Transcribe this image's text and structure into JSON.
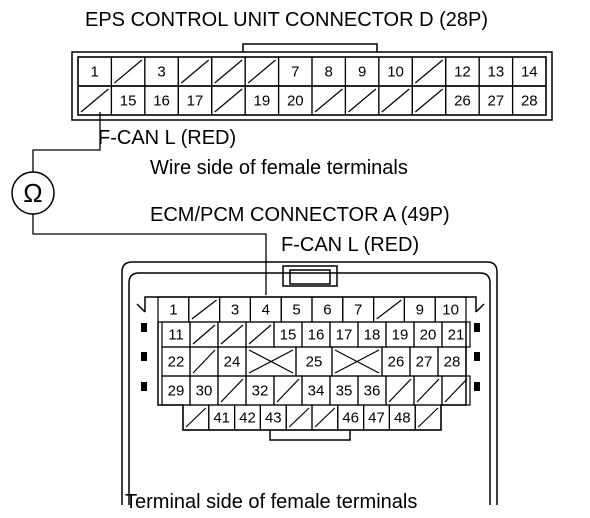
{
  "eps_connector": {
    "title": "EPS CONTROL UNIT CONNECTOR D (28P)",
    "row1": [
      "1",
      "",
      "3",
      "",
      "",
      "",
      "7",
      "8",
      "9",
      "10",
      "",
      "12",
      "13",
      "14"
    ],
    "row2": [
      "",
      "15",
      "16",
      "17",
      "",
      "19",
      "20",
      "",
      "",
      "",
      "",
      "26",
      "27",
      "28"
    ],
    "probe_label": "F-CAN L (RED)",
    "view_caption": "Wire side of female terminals"
  },
  "meter": {
    "symbol": "Ω"
  },
  "ecm_connector": {
    "title": "ECM/PCM CONNECTOR A (49P)",
    "probe_label": "F-CAN L (RED)",
    "row1": [
      "1",
      "",
      "3",
      "4",
      "5",
      "6",
      "7",
      "",
      "9",
      "10"
    ],
    "row2": [
      "11",
      "",
      "",
      "",
      "15",
      "16",
      "17",
      "18",
      "19",
      "20",
      "21"
    ],
    "row3_left": [
      "22",
      "",
      "24"
    ],
    "row3_mid": "25",
    "row3_right": [
      "26",
      "27",
      "28"
    ],
    "row4": [
      "29",
      "30",
      "",
      "32",
      "",
      "34",
      "35",
      "36",
      "",
      "",
      ""
    ],
    "row5": [
      "",
      "41",
      "42",
      "43",
      "",
      "",
      "46",
      "47",
      "48",
      ""
    ],
    "view_caption": "Terminal side of female terminals"
  }
}
